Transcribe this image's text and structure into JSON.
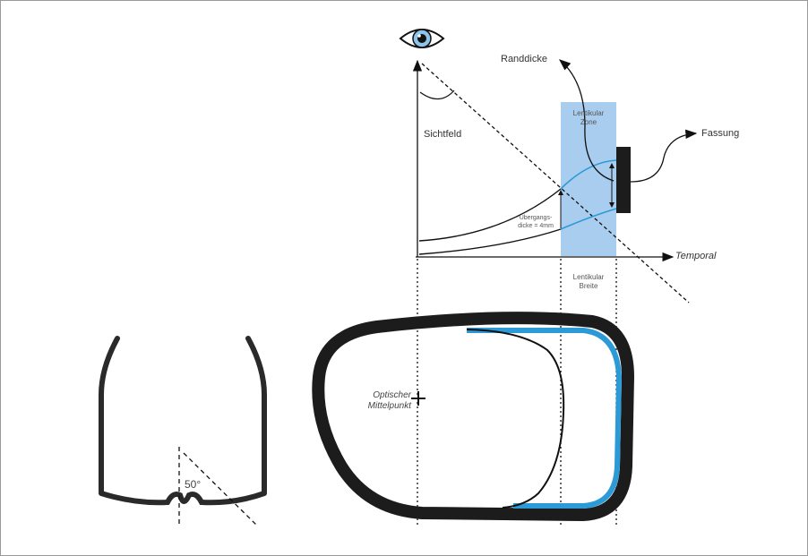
{
  "labels": {
    "sichtfeld": "Sichtfeld",
    "randdicke": "Randdicke",
    "fassung": "Fassung",
    "temporal": "Temporal",
    "lentikular_zone_1": "Lentikular",
    "lentikular_zone_2": "Zone",
    "lentikular_breite_1": "Lentikular",
    "lentikular_breite_2": "Breite",
    "uebergang_1": "Übergangs-",
    "uebergang_2": "dicke = 4mm",
    "optischer_1": "Optischer",
    "optischer_2": "Mittelpunkt",
    "angle": "50°"
  },
  "colors": {
    "lens_blue": "#2c9ad6",
    "zone_blue": "#a9cdee",
    "frame": "#1c1c1c"
  }
}
